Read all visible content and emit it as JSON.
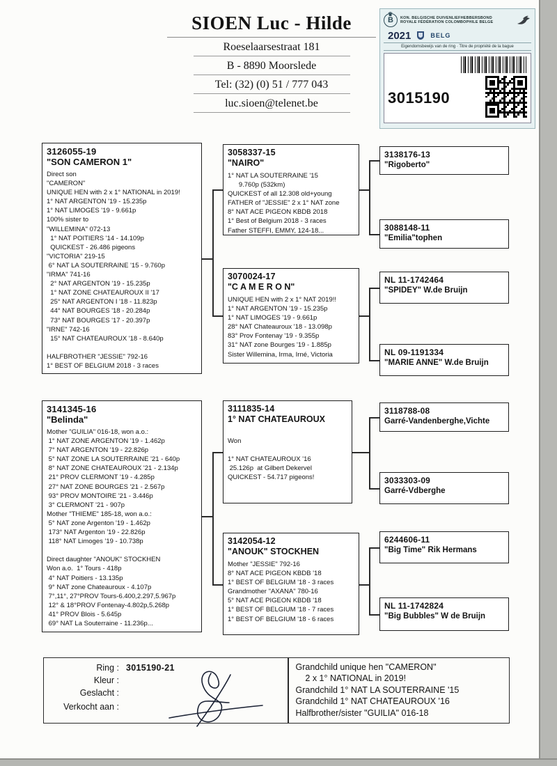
{
  "header": {
    "name": "SIOEN Luc - Hilde",
    "address_line1": "Roeselaarsestraat 181",
    "address_line2": "B - 8890 Moorslede",
    "phone": "Tel: (32) (0) 51 / 777 043",
    "email": "luc.sioen@telenet.be"
  },
  "ring_sticker": {
    "federation_line1": "KON. BELGISCHE DUIVENLIEFHEBBERSBOND",
    "federation_line2": "ROYALE FÉDÉRATION COLOMBOPHILE BELGE",
    "year": "2021",
    "country_code": "BELG",
    "ownership_line": "Eigendomsbewijs van de ring  ·  Titre de propriété de la bague",
    "ring_number": "3015190"
  },
  "pedigree": {
    "gen1": {
      "father": {
        "id": "3126055-19",
        "name": "\"SON CAMERON 1\"",
        "lines": [
          "Direct son",
          "\"CAMERON\"",
          "UNIQUE HEN with 2 x 1° NATIONAL in 2019!",
          "1° NAT ARGENTON '19 - 15.235p",
          "1° NAT LIMOGES '19 - 9.661p",
          "100% sister to",
          "\"WILLEMINA\" 072-13",
          "  1° NAT POITIERS '14 - 14.109p",
          "  QUICKEST - 26.486 pigeons",
          "\"VICTORIA\" 219-15",
          " 6° NAT LA SOUTERRAINE '15 - 9.760p",
          "\"IRMA\" 741-16",
          "  2° NAT ARGENTON '19 - 15.235p",
          "  1° NAT ZONE CHATEAUROUX II '17",
          "  25° NAT ARGENTON I '18 - 11.823p",
          "  44° NAT BOURGES '18 - 20.284p",
          "  73° NAT BOURGES '17 - 20.397p",
          "\"IRNE\" 742-16",
          "  15° NAT CHATEAUROUX '18 - 8.640p",
          "",
          "HALFBROTHER \"JESSIE\" 792-16",
          "1° BEST OF BELGIUM 2018 - 3 races"
        ]
      },
      "mother": {
        "id": "3141345-16",
        "name": "\"Belinda\"",
        "lines": [
          "Mother \"GUILIA\" 016-18, won a.o.:",
          " 1° NAT ZONE ARGENTON '19 - 1.462p",
          " 7° NAT ARGENTON '19 - 22.826p",
          " 5° NAT ZONE LA SOUTERRAINE '21 - 640p",
          " 8° NAT ZONE CHATEAUROUX '21 - 2.134p",
          " 21° PROV CLERMONT '19 - 4.285p",
          " 27° NAT ZONE BOURGES '21 - 2.567p",
          " 93° PROV MONTOIRE '21 - 3.446p",
          " 3° CLERMONT '21 - 907p",
          "Mother \"THIEME\" 185-18, won a.o.:",
          " 5° NAT zone Argenton '19 - 1.462p",
          " 173° NAT Argenton '19 - 22.826p",
          " 118° NAT Limoges '19 - 10.738p",
          "",
          "Direct daughter \"ANOUK\" STOCKHEN",
          "Won a.o.  1° Tours - 418p",
          " 4° NAT Poitiers - 13.135p",
          " 9° NAT zone Chateauroux - 4.107p",
          " 7°,11°, 27°PROV Tours-6.400,2.297,5.967p",
          " 12° & 18°PROV Fontenay-4.802p,5.268p",
          " 41° PROV Blois - 5.645p",
          " 69° NAT La Souterraine - 11.236p..."
        ]
      }
    },
    "gen2": {
      "ff": {
        "id": "3058337-15",
        "name": "\"NAIRO\"",
        "lines": [
          "1° NAT LA SOUTERRAINE '15",
          "      9.760p (532km)",
          "QUICKEST of all 12.308 old+young",
          "FATHER of \"JESSIE\" 2 x 1° NAT zone",
          "8° NAT ACE PIGEON KBDB 2018",
          "1° Best of Belgium 2018 - 3 races",
          "Father STEFFI, EMMY, 124-18..."
        ]
      },
      "fm": {
        "id": "3070024-17",
        "name": "\"C A M E R O N\"",
        "lines": [
          "UNIQUE HEN with 2 x 1° NAT 2019!!",
          "1° NAT ARGENTON '19 - 15.235p",
          "1° NAT LIMOGES '19 - 9.661p",
          "28° NAT Chateauroux '18 - 13.098p",
          "83° Prov Fontenay '19 - 9.355p",
          "31° NAT zone Bourges '19 - 1.885p",
          "Sister Willemina, Irma, Irné, Victoria"
        ]
      },
      "mf": {
        "id": "3111835-14",
        "name": "1° NAT CHATEAUROUX",
        "lines": [
          "",
          "Won",
          "",
          "1° NAT CHATEAUROUX '16",
          " 25.126p  at Gilbert Dekervel",
          "QUICKEST - 54.717 pigeons!"
        ]
      },
      "mm": {
        "id": "3142054-12",
        "name": "\"ANOUK\" STOCKHEN",
        "lines": [
          "Mother \"JESSIE\" 792-16",
          "8° NAT ACE PIGEON KBDB '18",
          "1° BEST OF BELGIUM '18 - 3 races",
          "Grandmother \"AXANA\" 780-16",
          "5° NAT ACE PIGEON KBDB '18",
          "1° BEST OF BELGIUM '18 - 7 races",
          "1° BEST OF BELGIUM '18 - 6 races"
        ]
      }
    },
    "gen3": {
      "fff": {
        "id": "3138176-13",
        "name": "\"Rigoberto\""
      },
      "ffm": {
        "id": "3088148-11",
        "name": "\"Emilia\"tophen"
      },
      "fmf": {
        "id": "NL 11-1742464",
        "name": "\"SPIDEY\" W.de Bruijn"
      },
      "fmm": {
        "id": "NL 09-1191334",
        "name": "\"MARIE ANNE\" W.de Bruijn"
      },
      "mff": {
        "id": "3118788-08",
        "name": "Garré-Vandenberghe,Vichte"
      },
      "mfm": {
        "id": "3033303-09",
        "name": "Garré-Vdberghe"
      },
      "mmf": {
        "id": "6244606-11",
        "name": "\"Big Time\" Rik Hermans"
      },
      "mmm": {
        "id": "NL 11-1742824",
        "name": "\"Big Bubbles\" W de Bruijn"
      }
    }
  },
  "footer": {
    "fields": [
      {
        "label": "Ring :",
        "value": "3015190-21"
      },
      {
        "label": "Kleur :",
        "value": ""
      },
      {
        "label": "Geslacht :",
        "value": ""
      },
      {
        "label": "Verkocht aan :",
        "value": ""
      }
    ],
    "notes": [
      "Grandchild unique hen \"CAMERON\"",
      "    2 x 1° NATIONAL in 2019!",
      "Grandchild 1° NAT LA SOUTERRAINE '15",
      "Grandchild 1° NAT CHATEAUROUX '16",
      "Halfbrother/sister \"GUILIA\" 016-18"
    ]
  }
}
